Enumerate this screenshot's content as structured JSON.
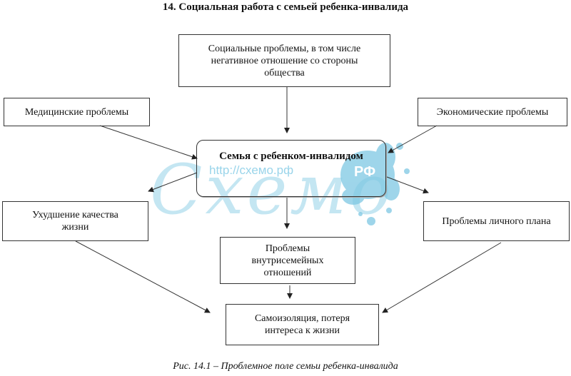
{
  "title": "14. Социальная работа с семьей ребенка-инвалида",
  "nodes": {
    "social": "Социальные проблемы, в том числе\nнегативное отношение со стороны\nобщества",
    "medical": "Медицинские проблемы",
    "economic": "Экономические  проблемы",
    "center": "Семья с ребенком-инвалидом",
    "quality": "Ухудшение качества\nжизни",
    "personal": "Проблемы личного плана",
    "intrafamily": "Проблемы\nвнутрисемейных\nотношений",
    "isolation": "Самоизоляция, потеря\nинтереса к жизни"
  },
  "watermark": {
    "url": "http://схемо.рф",
    "word": "Схемо",
    "badge": "РФ"
  },
  "caption": "Рис. 14.1 – Проблемное поле семьи ребенка-инвалида"
}
